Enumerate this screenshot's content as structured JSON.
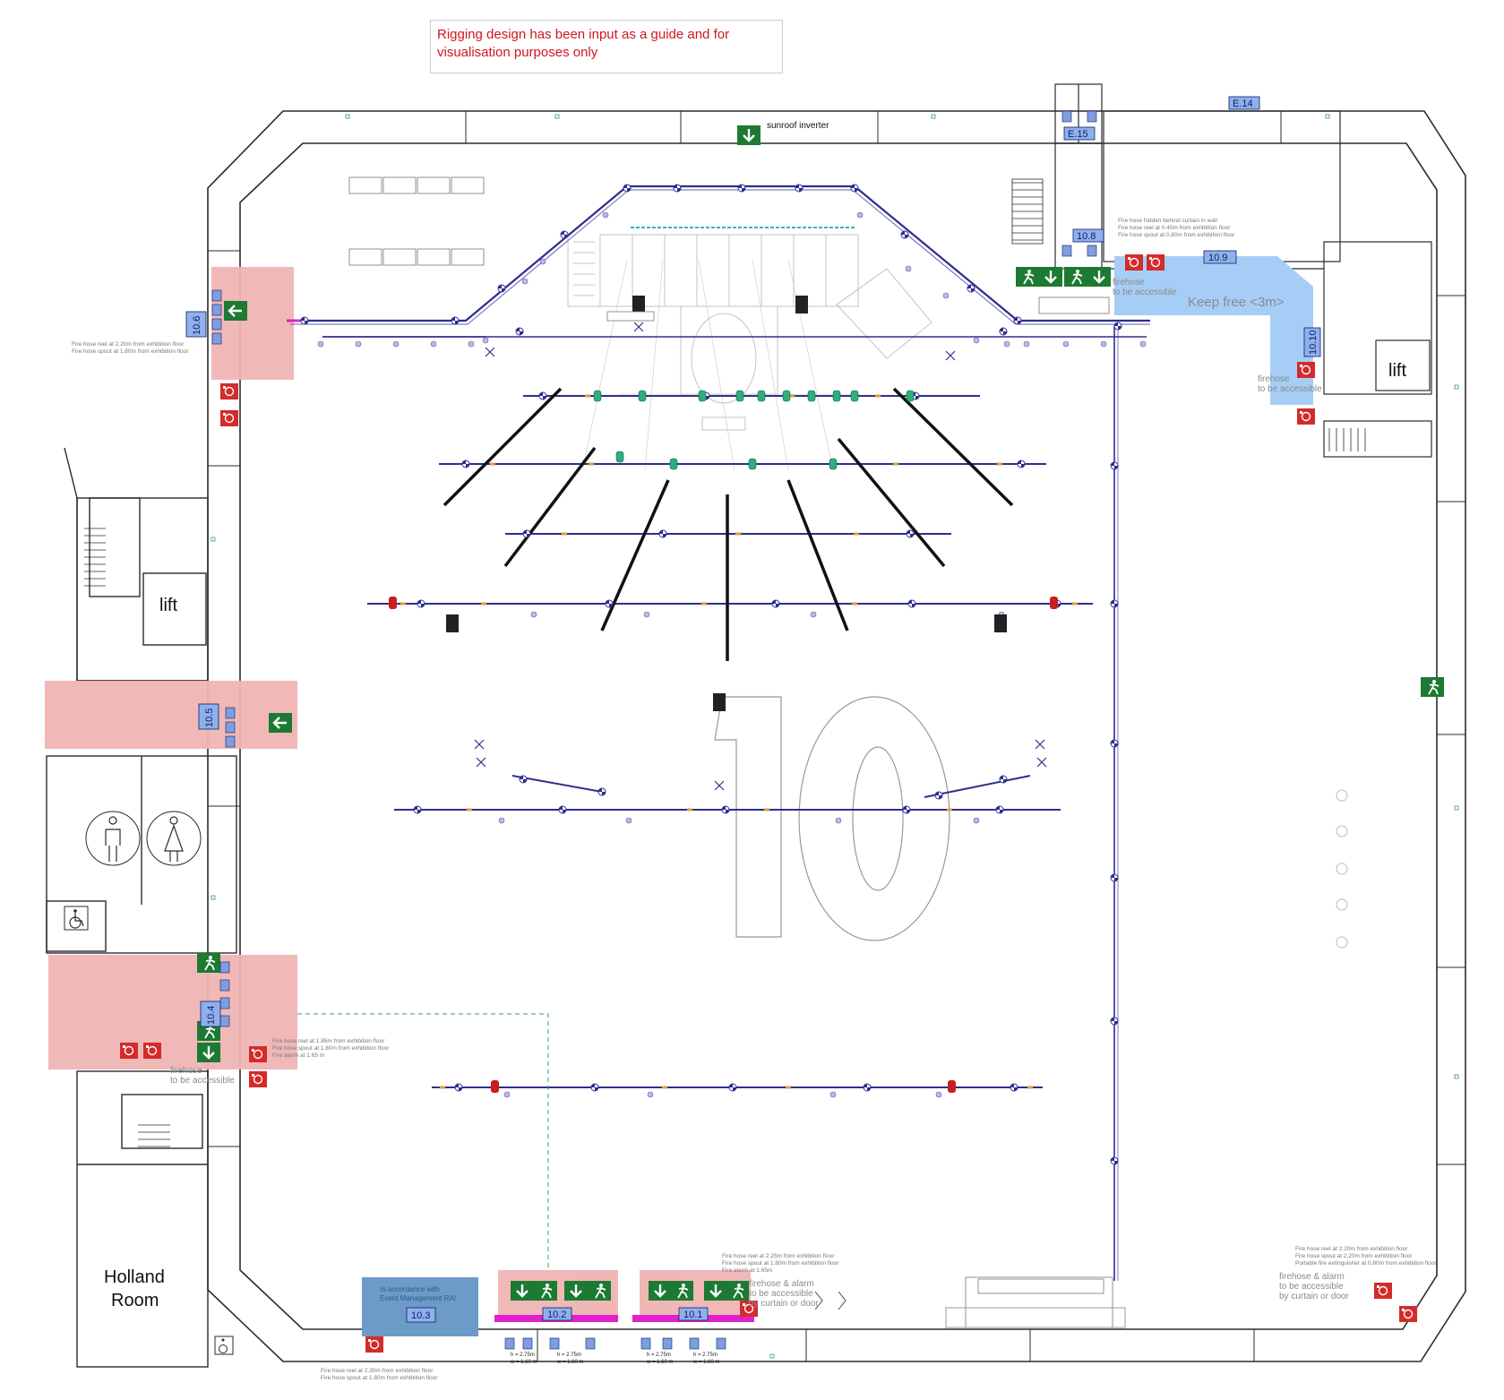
{
  "disclaimer": "Rigging design has been input as a guide and for visualisation purposes only",
  "hall_number": "10",
  "rooms": {
    "lift_left": "lift",
    "lift_right": "lift",
    "holland_line1": "Holland",
    "holland_line2": "Room"
  },
  "zones": {
    "z106": "10.6",
    "z105": "10.5",
    "z104": "10.4",
    "z103": "10.3",
    "z102": "10.2",
    "z101": "10.1",
    "z108": "10.8",
    "z109": "10.9",
    "z1010": "10.10",
    "e14": "E.14",
    "e15": "E.15"
  },
  "labels": {
    "sunroof": "sunroof inverter",
    "keep_free": "Keep free <3m>",
    "firehose_accessible": "firehose",
    "to_be_accessible": "to be accessible",
    "firehose_alarm": "firehose & alarm",
    "by_curtain": "by curtain or door",
    "event_mgmt_1": "In accordance with",
    "event_mgmt_2": "Event Management RAI",
    "fh_left": "firehose",
    "fh_left2": "to be accessible"
  },
  "notes": {
    "n1a": "Fire hose reel at 2.20m from exhibition floor",
    "n1b": "Fire hose spout at 1.80m from exhibition floor",
    "n2a": "Fire hose reel at 1.85m from exhibition floor",
    "n2b": "Fire hose spout at 1.80m from exhibition floor",
    "n2c": "Fire alarm at 1.65 m",
    "n3a": "Fire hose reel at 2.30m from exhibition floor",
    "n3b": "Fire hose spout at 1.80m from exhibition floor",
    "n4a": "Fire hose reel at 2.25m from exhibition floor",
    "n4b": "Fire hose spout at 1.80m from exhibition floor",
    "n4c": "Fire alarm at 1.65m",
    "n5a": "Fire hose reel at 2.20m from exhibition floor",
    "n5b": "Fire hose spout at 2.20m from exhibition floor",
    "n5c": "Portable fire extinguisher at 0.80m from exhibition floor",
    "n6a": "Fire hose hidden behind curtain in wall",
    "n6b": "Fire hose reel at 0.40m from exhibition floor",
    "n6c": "Fire hose spout at 0.80m from exhibition floor"
  },
  "door_dims": {
    "d1": "h = 2.75m",
    "d2": "w = 1.60 m"
  },
  "colors": {
    "wall": "#2b2b2b",
    "truss": "#2e2e8f",
    "exit_green": "#1c7a33",
    "fire_red": "#d42b2b",
    "pink_zone": "#f0b4b4",
    "blue_zone": "#a6cdf5",
    "zone_tag": "#7f9ee0",
    "magenta": "#e020c8",
    "disclaimer": "#d0161e"
  }
}
